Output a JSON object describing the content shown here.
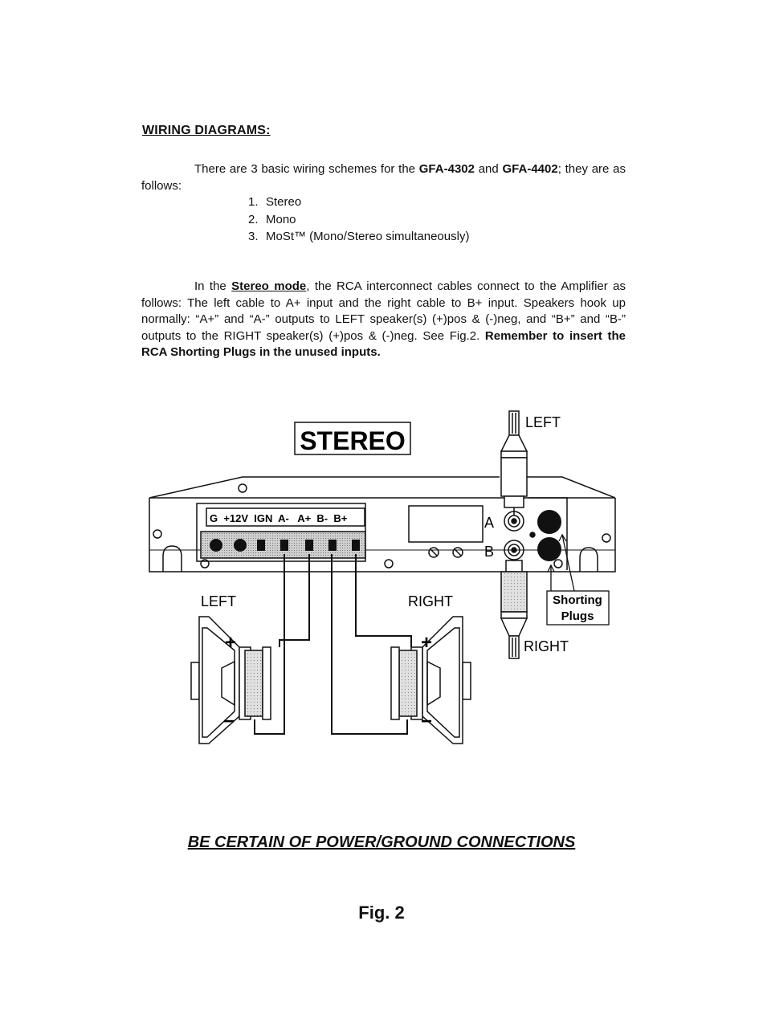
{
  "heading": "WIRING DIAGRAMS:",
  "intro": {
    "text_before": "There are 3 basic wiring schemes for the ",
    "model_a": "GFA-4302",
    "text_and": " and ",
    "model_b": "GFA-4402",
    "text_after": "; they are as follows:"
  },
  "schemes": [
    {
      "num": "1.",
      "label": "Stereo"
    },
    {
      "num": "2.",
      "label": "Mono"
    },
    {
      "num": "3.",
      "label": "MoSt™ (Mono/Stereo simultaneously)"
    }
  ],
  "stereo_para": {
    "lead": "In the ",
    "mode": "Stereo mode",
    "body": ", the RCA interconnect cables connect to the Amplifier as follows: The left cable to A+ input and the right cable to B+ input. Speakers hook up normally: “A+” and “A-” outputs to LEFT speaker(s) (+)pos & (-)neg, and “B+” and “B-” outputs to the RIGHT speaker(s) (+)pos & (-)neg. See Fig.2. ",
    "reminder": "Remember to insert the RCA Shorting Plugs in the unused inputs."
  },
  "diagram": {
    "mode_label": "STEREO",
    "terminals": "G  +12V  IGN  A-   A+  B-  B+",
    "input_a": "A",
    "input_b": "B",
    "rca_left": "LEFT",
    "rca_right": "RIGHT",
    "speaker_left": "LEFT",
    "speaker_right": "RIGHT",
    "shorting_line1": "Shorting",
    "shorting_line2": "Plugs",
    "plus": "+",
    "minus": "−"
  },
  "warning": "BE CERTAIN OF POWER/GROUND CONNECTIONS",
  "figure_caption": "Fig. 2"
}
